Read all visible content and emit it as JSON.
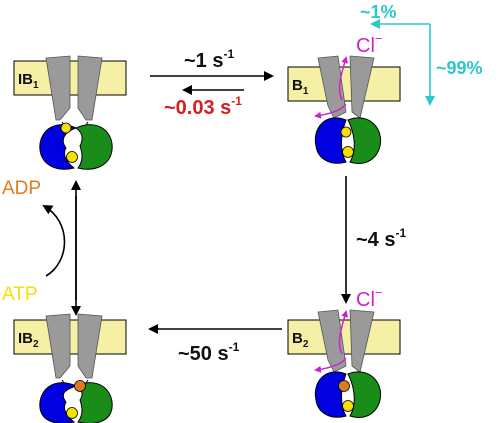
{
  "states": {
    "ib1": {
      "base": "IB",
      "sub": "1"
    },
    "b1": {
      "base": "B",
      "sub": "1"
    },
    "ib2": {
      "base": "IB",
      "sub": "2"
    },
    "b2": {
      "base": "B",
      "sub": "2"
    }
  },
  "rates": {
    "ib1_to_b1": {
      "base": "~1 s",
      "exp": "-1"
    },
    "b1_to_ib1": {
      "base": "~0.03 s",
      "exp": "-1"
    },
    "b1_to_b2": {
      "base": "~4 s",
      "exp": "-1"
    },
    "b2_to_ib2": {
      "base": "~50 s",
      "exp": "-1"
    }
  },
  "nucleotides": {
    "adp": "ADP",
    "atp": "ATP"
  },
  "ion": {
    "base": "Cl",
    "exp": "−"
  },
  "fractions": {
    "small": "~1%",
    "large": "~99%"
  },
  "colors": {
    "membrane": "#f6f0a6",
    "tmd": "#9a9a9a",
    "nbd1": "#0000e0",
    "nbd2": "#1a8c1a",
    "atp": "#f5e000",
    "adp_site": "#e07a20",
    "ion": "#cc22cc",
    "red_rate": "#d42020",
    "cyan": "#2cc8d0",
    "adp_text": "#e07a20",
    "atp_text": "#f5e000"
  }
}
